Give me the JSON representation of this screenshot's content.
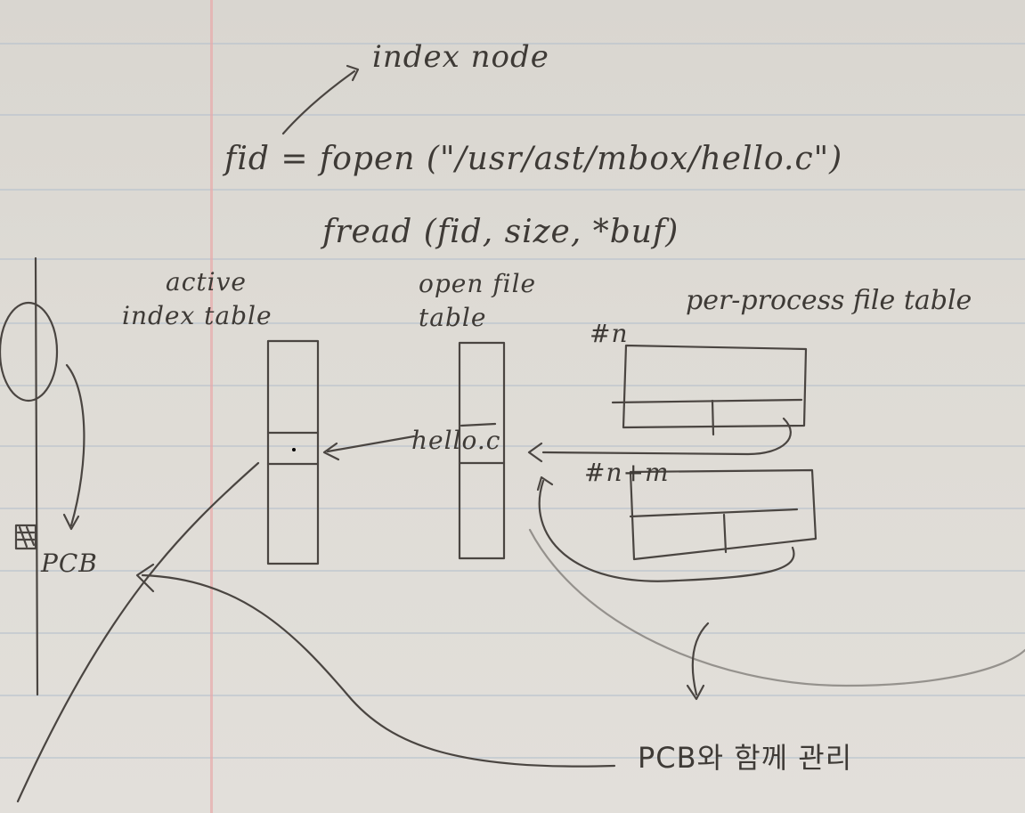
{
  "annotation": {
    "index_node": "index node"
  },
  "code": {
    "line1": "fid = fopen (\"/usr/ast/mbox/hello.c\")",
    "line2": "fread (fid, size, *buf)"
  },
  "tables": {
    "active_index_table": [
      "active",
      "index table"
    ],
    "open_file_table": [
      "open file",
      "table"
    ],
    "per_process_file_table": "per-process file table"
  },
  "labels": {
    "process_n": "#n",
    "process_n_plus_m": "#n+m",
    "hello_c": "hello.c",
    "pcb": "PCB",
    "pcb_together": "PCB와 함께 관리"
  },
  "colors": {
    "paper": "#dedbd5",
    "ink": "#4a4541",
    "ruled_line": "#b4bfcc",
    "margin_line": "#e8a9a9"
  }
}
